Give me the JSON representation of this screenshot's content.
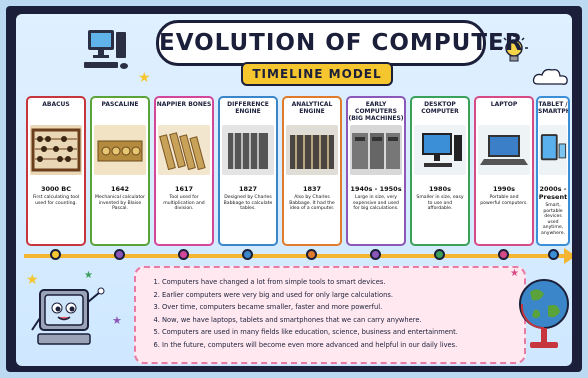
{
  "title": "EVOLUTION OF COMPUTER",
  "subtitle": "TIMELINE MODEL",
  "cards": [
    {
      "header": "ABACUS",
      "era": "3000 BC",
      "desc": "First calculating tool used for counting.",
      "color": "#c8363d"
    },
    {
      "header": "PASCALINE",
      "era": "1642",
      "desc": "Mechanical calculator invented by Blaise Pascal.",
      "color": "#5aa33b"
    },
    {
      "header": "NAPPIER BONES",
      "era": "1617",
      "desc": "Tool used for multiplication and division.",
      "color": "#d4469a"
    },
    {
      "header": "DIFFERENCE ENGINE",
      "era": "1827",
      "desc": "Designed by Charles Babbage to calculate tables.",
      "color": "#3a86c8"
    },
    {
      "header": "ANALYTICAL ENGINE",
      "era": "1837",
      "desc": "Also by Charles Babbage. It had the idea of a computer.",
      "color": "#e07a2c"
    },
    {
      "header": "EARLY COMPUTERS (BIG MACHINES)",
      "era": "1940s - 1950s",
      "desc": "Large in size, very expensive and used for big calculations.",
      "color": "#8b57b8"
    },
    {
      "header": "DESKTOP COMPUTER",
      "era": "1980s",
      "desc": "Smaller in size, easy to use and affordable.",
      "color": "#3aa05a"
    },
    {
      "header": "LAPTOP",
      "era": "1990s",
      "desc": "Portable and powerful computers.",
      "color": "#d64a86"
    },
    {
      "header": "TABLET / SMARTPHONE",
      "era": "2000s - Present",
      "desc": "Smart, portable devices used anytime, anywhere.",
      "color": "#3a8fd6"
    }
  ],
  "facts": [
    "Computers have changed a lot from simple tools to smart devices.",
    "Earlier computers were very big and used for only large calculations.",
    "Over time, computers became smaller, faster and more powerful.",
    "Now, we have laptops, tablets and smartphones that we can carry anywhere.",
    "Computers are used in many fields like education, science, business and entertainment.",
    "In the future, computers will become even more advanced and helpful in our daily lives."
  ]
}
